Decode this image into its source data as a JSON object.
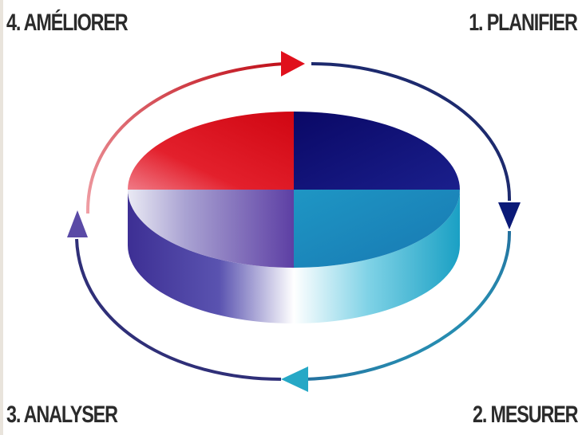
{
  "steps": {
    "plan": "1. PLANIFIER",
    "measure": "2. MESURER",
    "analyze": "3. ANALYSER",
    "improve": "4. AMÉLIORER"
  },
  "colors": {
    "plan": "#0b0a72",
    "measure": "#1f9fc6",
    "analyze": "#6a4fb0",
    "improve": "#e0101c",
    "arc_red": "#d4121e",
    "arc_navy": "#1d2a6e",
    "arc_teal": "#27a6bf",
    "arc_purple": "#5a4aa6"
  }
}
